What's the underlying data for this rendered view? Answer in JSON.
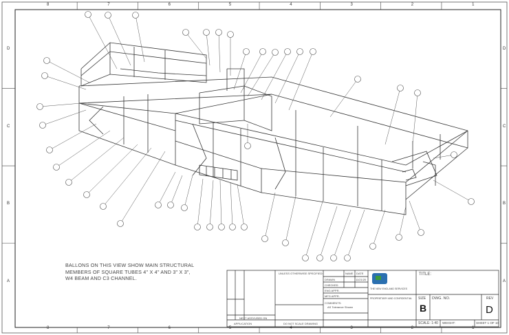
{
  "zones": {
    "columns": [
      "8",
      "7",
      "6",
      "5",
      "4",
      "3",
      "2",
      "1"
    ],
    "rows": [
      "D",
      "C",
      "B",
      "A"
    ]
  },
  "note": {
    "lines": [
      "BALLONS ON THIS VIEW SHOW MAIN STRUCTURAL",
      "MEMBERS OF SQUARE TUBES 4\" X 4\" AND 3\" X 3\",",
      "W4 BEAM AND C3 CHANNEL."
    ]
  },
  "title_block": {
    "unless_otherwise_specified": "UNLESS OTHERWISE SPECIFIED:",
    "name_label": "NAME",
    "date_label": "DATE",
    "drawn_label": "DRAWN",
    "checked_label": "CHECKED",
    "eng_appr_label": "ENG APPR.",
    "mfg_appr_label": "MFG APPR.",
    "date_value": "11/21/20",
    "comments_label": "COMMENTS:",
    "comments_value": "AS Tolerance Shown",
    "company": "THE NEW ENGLAND SERVICES",
    "proprietary": "PROPRIETARY AND CONFIDENTIAL",
    "title_label": "TITLE:",
    "size_label": "SIZE",
    "size_value": "B",
    "dwg_no_label": "DWG.  NO.",
    "rev_label": "REV",
    "rev_value": "D",
    "scale": "SCALE: 1:40",
    "weight": "WEIGHT:",
    "sheet": "SHEET 1 OF 10",
    "next_assy": "NEXT ASSY",
    "used_on": "USED ON",
    "application": "APPLICATION",
    "do_not_scale": "DO NOT SCALE DRAWING"
  },
  "colors": {
    "line": "#333333",
    "logo": "#2a6fb0"
  }
}
